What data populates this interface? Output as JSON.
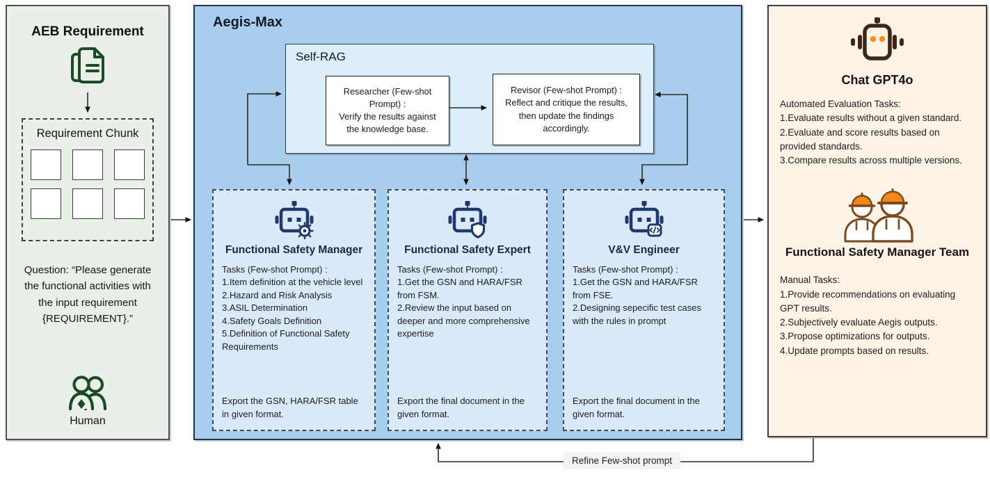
{
  "left_panel": {
    "title": "AEB Requirement",
    "chunk": {
      "title": "Requirement Chunk",
      "squares_count": 6
    },
    "question": "Question: “Please generate the functional activities with the input requirement {REQUIREMENT}.”",
    "human_label": "Human"
  },
  "aegis_panel": {
    "title": "Aegis-Max",
    "self_rag": {
      "title": "Self-RAG",
      "researcher": "Researcher (Few-shot Prompt) :\nVerify the results against the knowledge base.",
      "revisor": "Revisor (Few-shot Prompt) :\nReflect and critique the results, then update the findings accordingly."
    },
    "agents": [
      {
        "name": "Functional Safety Manager",
        "icon": "robot-gear-icon",
        "tasks": "Tasks (Few-shot Prompt) :\n1.Item definition at the vehicle level\n2.Hazard and Risk Analysis\n3.ASIL Determination\n4.Safety Goals Definition\n5.Definition of Functional Safety Requirements",
        "export": "Export the GSN, HARA/FSR table in given format."
      },
      {
        "name": "Functional Safety Expert",
        "icon": "robot-shield-icon",
        "tasks": "Tasks (Few-shot Prompt) :\n1.Get the GSN and HARA/FSR from FSM.\n2.Review the input based on deeper and more comprehensive expertise",
        "export": "Export the final document in the given format."
      },
      {
        "name": "V&V Engineer",
        "icon": "robot-code-icon",
        "tasks": "Tasks (Few-shot Prompt) :\n1.Get the GSN and HARA/FSR from FSE.\n2.Designing sepecific test cases with the rules in prompt",
        "export": "Export the final document in the given format."
      }
    ]
  },
  "eval_panel": {
    "gpt": {
      "title": "Chat GPT4o",
      "tasks": "Automated Evaluation Tasks:\n1.Evaluate results without a given standard.\n2.Evaluate and score results based on provided standards.\n3.Compare results across multiple versions."
    },
    "team": {
      "title": "Functional Safety Manager Team",
      "tasks": "Manual Tasks:\n1.Provide recommendations on evaluating GPT results.\n2.Subjectively evaluate Aegis outputs.\n3.Propose optimizations for outputs.\n4.Update prompts based on results."
    }
  },
  "feedback_label": "Refine Few-shot prompt",
  "colors": {
    "panel_green": "#e8f0e7",
    "panel_blue": "#a9cdec",
    "selfrag_blue": "#ddeefb",
    "agent_blue": "#dbeafb",
    "panel_peach": "#fdf3e7",
    "icon_green": "#1d4a26",
    "icon_navy": "#1e3a6b",
    "icon_brown": "#3f2513",
    "icon_orange": "#f5921e",
    "connector": "#2a2a2a"
  }
}
